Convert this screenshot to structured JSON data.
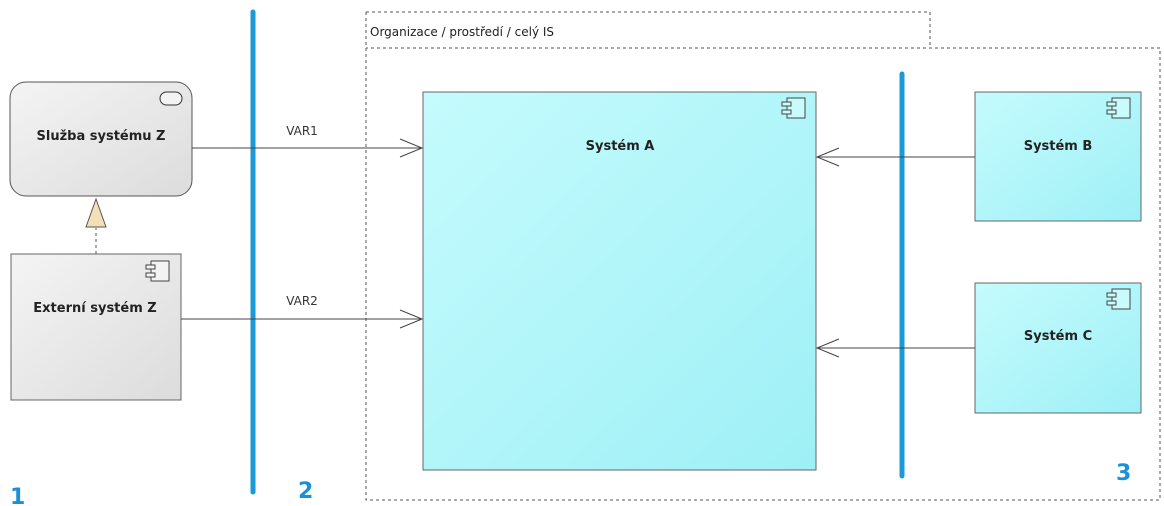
{
  "frame": {
    "label": "Organizace / prostředí / celý IS"
  },
  "nodes": {
    "service_z": {
      "label": "Služba systému Z",
      "kind": "service"
    },
    "external_z": {
      "label": "Externí systém Z",
      "kind": "component"
    },
    "system_a": {
      "label": "Systém A",
      "kind": "component"
    },
    "system_b": {
      "label": "Systém B",
      "kind": "component"
    },
    "system_c": {
      "label": "Systém C",
      "kind": "component"
    }
  },
  "connectors": {
    "var1": {
      "label": "VAR1",
      "from": "service_z",
      "to": "system_a"
    },
    "var2": {
      "label": "VAR2",
      "from": "external_z",
      "to": "system_a"
    },
    "b_to_a": {
      "label": "",
      "from": "system_b",
      "to": "system_a"
    },
    "c_to_a": {
      "label": "",
      "from": "system_c",
      "to": "system_a"
    },
    "realization": {
      "label": "",
      "from": "external_z",
      "to": "service_z"
    }
  },
  "zones": {
    "z1": "1",
    "z2": "2",
    "z3": "3"
  },
  "colors": {
    "boundary": "#1a9ad6",
    "system_fill": "#b8f6fa",
    "external_fill": "#e8e8e8",
    "realization_fill": "#f5dfb6",
    "zone_number": "#1a90d9"
  }
}
